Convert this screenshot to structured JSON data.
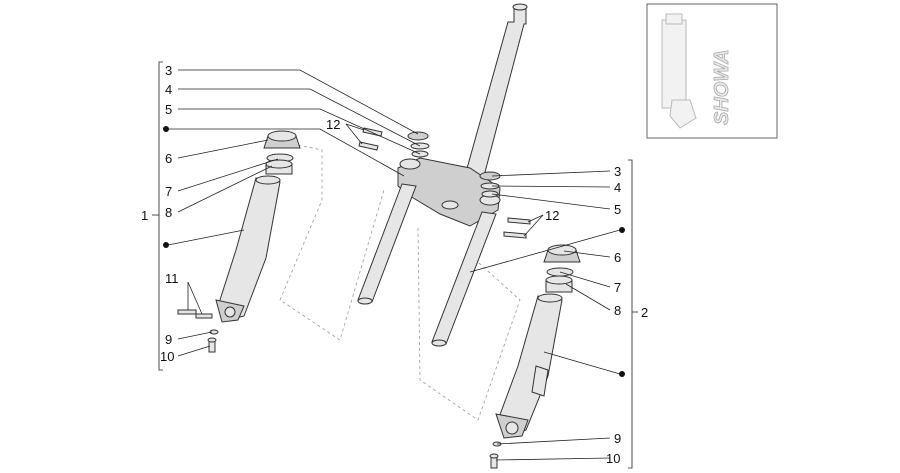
{
  "labels_left": {
    "l3": "3",
    "l4": "4",
    "l5": "5",
    "l6": "6",
    "l7": "7",
    "l8": "8",
    "l1": "1",
    "l11": "11",
    "l9": "9",
    "l10": "10",
    "l12": "12"
  },
  "labels_right": {
    "r3": "3",
    "r4": "4",
    "r5": "5",
    "r12": "12",
    "r6": "6",
    "r7": "7",
    "r8": "8",
    "r2": "2",
    "r9": "9",
    "r10": "10"
  },
  "inset": {
    "brand_text": "SHOWA"
  },
  "icons": {
    "dot": "bullet-dot-icon"
  }
}
